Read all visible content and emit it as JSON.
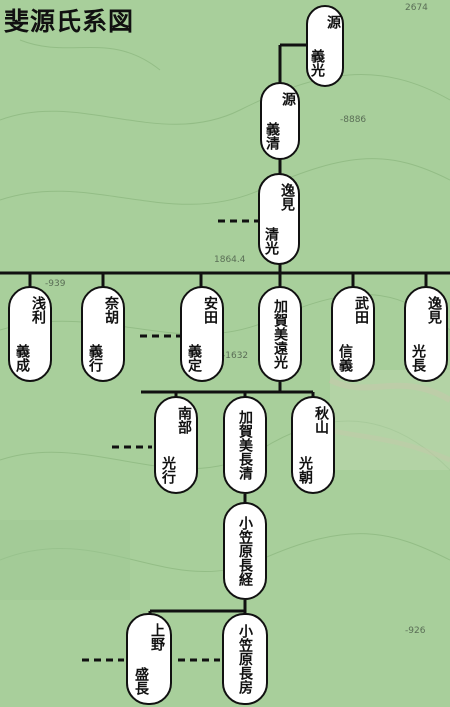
{
  "title": "斐源氏系図",
  "nodes": [
    {
      "id": "yoshimitsu",
      "family": "源",
      "given": "義光"
    },
    {
      "id": "yoshikiyo",
      "family": "源",
      "given": "義清"
    },
    {
      "id": "kiyomitsu",
      "family": "逸見",
      "given": "清光"
    },
    {
      "id": "asari",
      "family": "浅利",
      "given": "義成"
    },
    {
      "id": "nago",
      "family": "奈胡",
      "given": "義行"
    },
    {
      "id": "yasuda",
      "family": "安田",
      "given": "義定"
    },
    {
      "id": "kagami-tomitsu",
      "family": "加賀美遠光",
      "given": ""
    },
    {
      "id": "takeda",
      "family": "武田",
      "given": "信義"
    },
    {
      "id": "henmi-mitsunaga",
      "family": "逸見",
      "given": "光長"
    },
    {
      "id": "nanbu",
      "family": "南部",
      "given": "光行"
    },
    {
      "id": "kagami-nagakiyo",
      "family": "加賀美長清",
      "given": ""
    },
    {
      "id": "akiyama",
      "family": "秋山",
      "given": "光朝"
    },
    {
      "id": "ogasawara-nagatsune",
      "family": "小笠原長経",
      "given": ""
    },
    {
      "id": "ueno",
      "family": "上野",
      "given": "盛長"
    },
    {
      "id": "ogasawara-nagafusa",
      "family": "小笠原長房",
      "given": ""
    }
  ],
  "map_labels": [
    "2674",
    "-8886",
    "1864.4",
    "-939",
    "-1632",
    "-926"
  ]
}
